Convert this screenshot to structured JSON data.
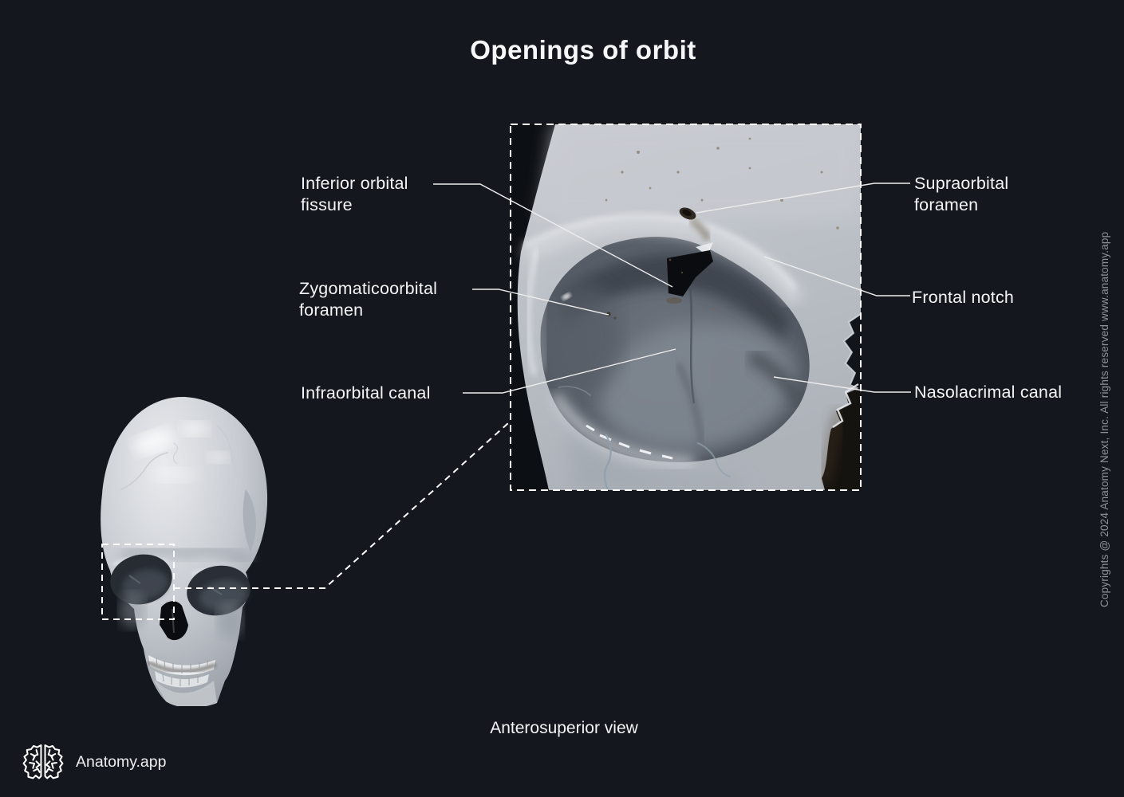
{
  "title": "Openings of orbit",
  "caption": "Anterosuperior view",
  "branding": {
    "app_name": "Anatomy.app",
    "logo_icon": "brain-icon"
  },
  "copyright": "Copyrights @ 2024 Anatomy Next, Inc. All rights reserved www.anatomy.app",
  "labels": {
    "inferior_orbital_fissure": "Inferior orbital fissure",
    "zygomaticoorbital_foramen": "Zygomaticoorbital foramen",
    "infraorbital_canal": "Infraorbital canal",
    "supraorbital_foramen": "Supraorbital foramen",
    "frontal_notch": "Frontal notch",
    "nasolacrimal_canal": "Nasolacrimal canal"
  },
  "colors": {
    "background": "#14181e",
    "label_text": "#f3f4f5",
    "leader_line": "#ededee",
    "dashed_line": "#ffffff",
    "copyright_text": "#8f9297",
    "bone_light": "#c9ccd1",
    "orbit_cavity": "#5a616b"
  }
}
